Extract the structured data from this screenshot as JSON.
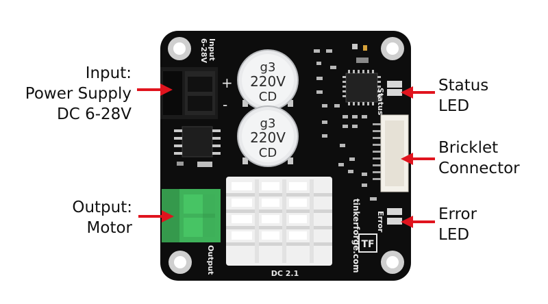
{
  "colors": {
    "board": "#0d0d0d",
    "silkscreen": "#e8e8e8",
    "arrow": "#e0141e",
    "terminal_input": "#141414",
    "terminal_output": "#3fb25a",
    "heatsink": "#f0f0f0",
    "capacitor": "#e9eaec"
  },
  "labels": {
    "input": {
      "line1": "Input:",
      "line2": "Power Supply",
      "line3": "DC 6-28V"
    },
    "output": {
      "line1": "Output:",
      "line2": "Motor"
    },
    "status": {
      "line1": "Status",
      "line2": "LED"
    },
    "bricklet": {
      "line1": "Bricklet",
      "line2": "Connector"
    },
    "error": {
      "line1": "Error",
      "line2": "LED"
    }
  },
  "silkscreen": {
    "input_title": "Input",
    "input_range": "6-28V",
    "plus": "+",
    "minus": "-",
    "status": "Status",
    "error": "Error",
    "output": "Output",
    "brand": "tinkerforge.com",
    "logo": "TF",
    "board_name": "DC 2.1"
  },
  "capacitors": [
    {
      "line1": "g3",
      "line2": "220V",
      "line3": "CD"
    },
    {
      "line1": "g3",
      "line2": "220V",
      "line3": "CD"
    }
  ]
}
